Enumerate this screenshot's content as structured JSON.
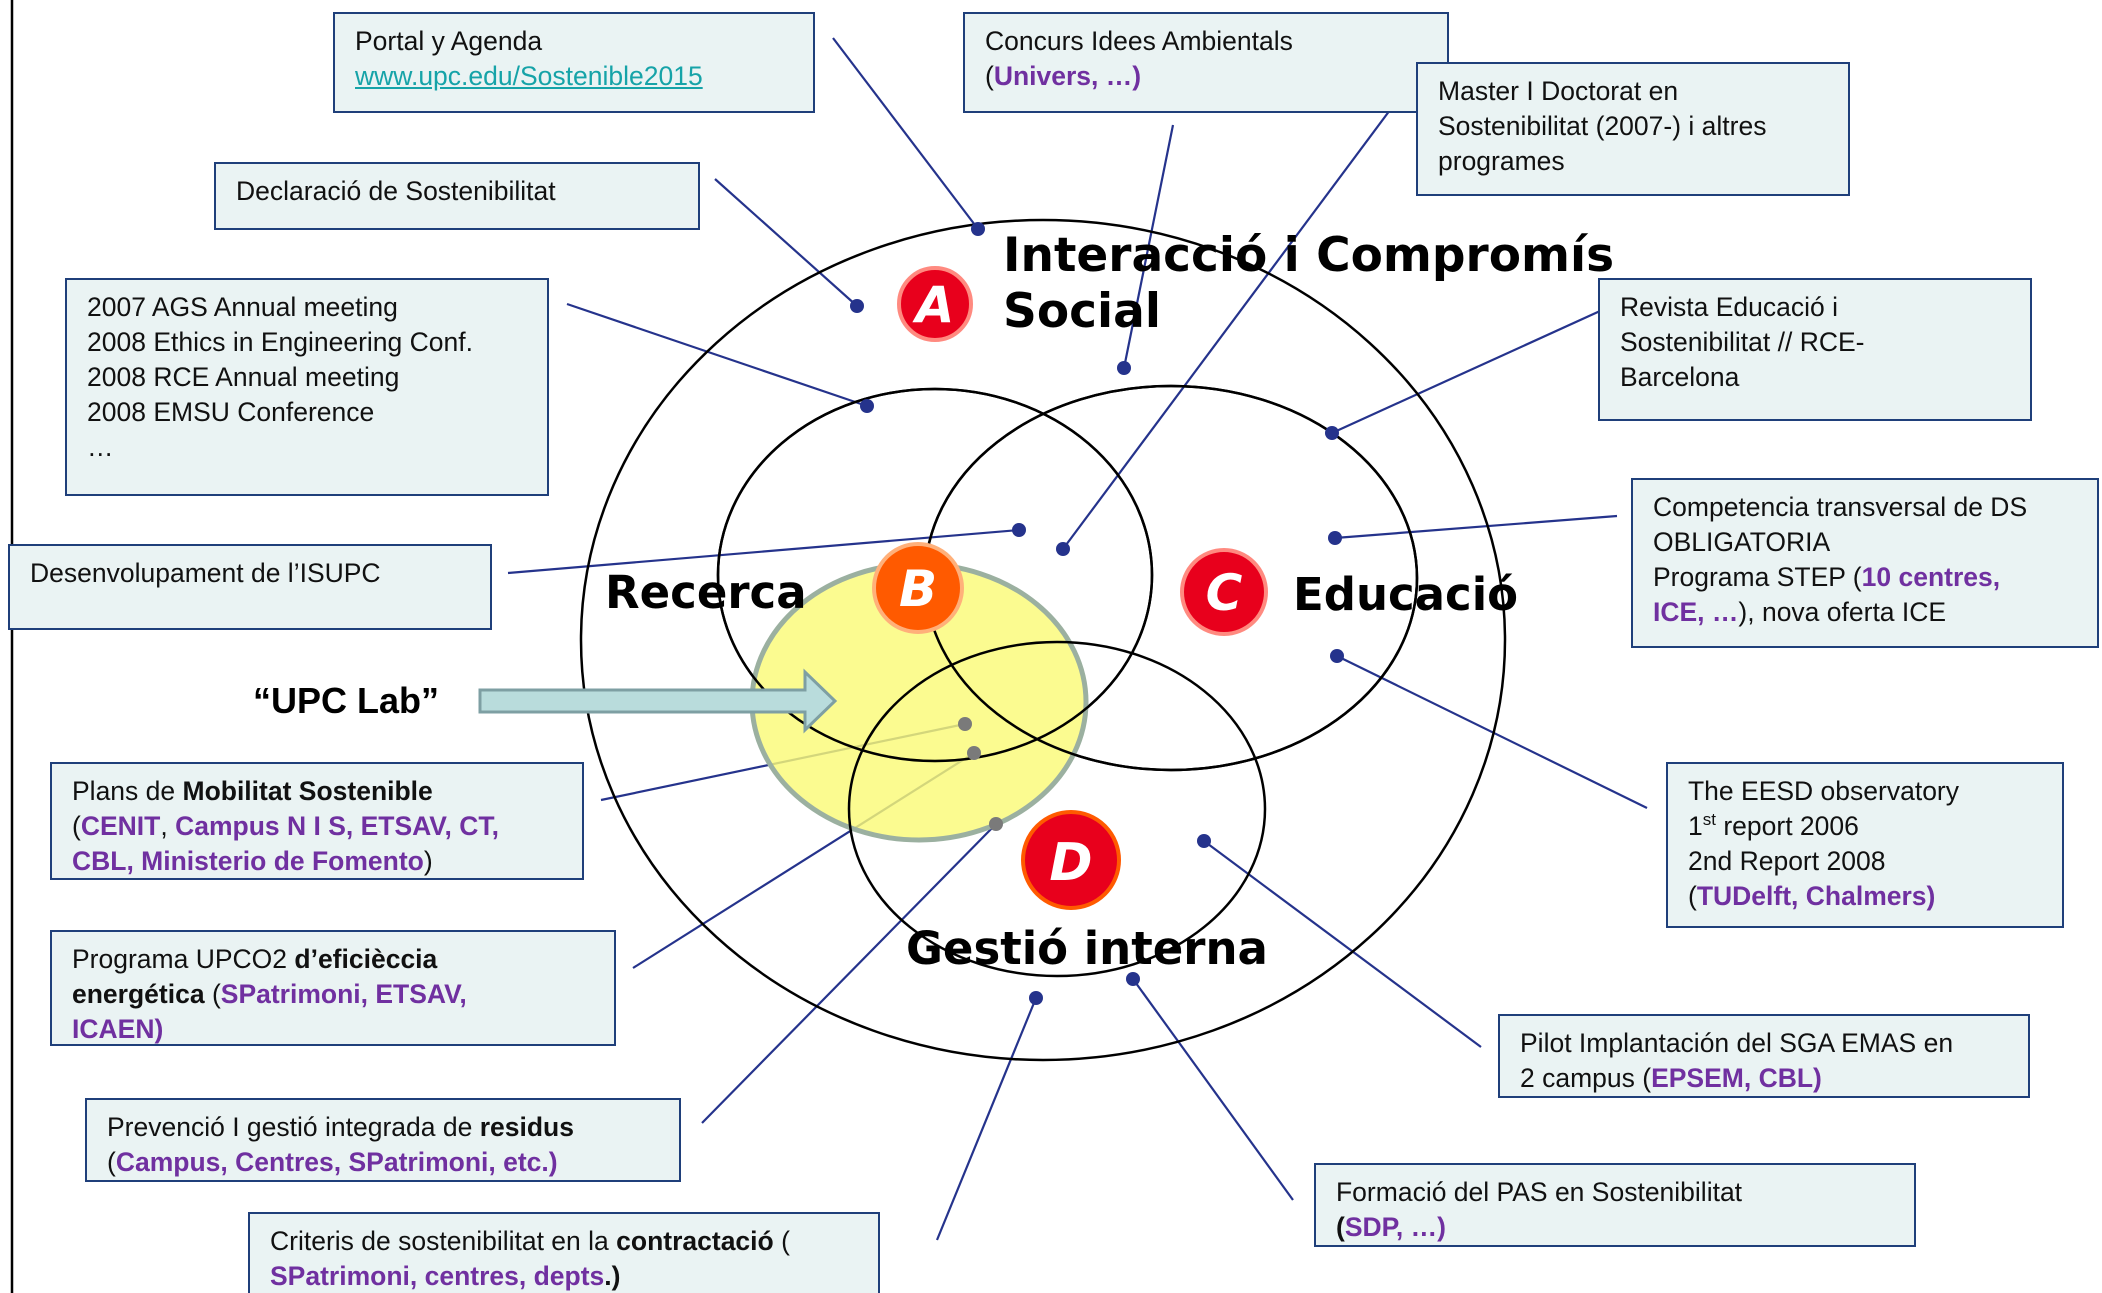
{
  "diagram": {
    "labels": {
      "a_title_line1": "Interacció i Compromís",
      "a_title_line2": "Social",
      "b_title": "Recerca",
      "c_title": "Educació",
      "d_title": "Gestió interna",
      "upc_lab": "“UPC Lab”"
    },
    "letters": {
      "a": "A",
      "b": "B",
      "c": "C",
      "d": "D"
    },
    "colors": {
      "box_fill": "#eaf3f3",
      "box_border": "#1f3f7a",
      "highlight": "#7030a0",
      "link": "#16a3a8",
      "letter_red": "#e8001c",
      "letter_orange": "#ff5a00",
      "lab_ellipse": "#fafa78",
      "connector": "#25338c"
    },
    "boxes": {
      "portal": {
        "line1": "Portal y Agenda",
        "link": "www.upc.edu/Sostenible2015"
      },
      "concurs": {
        "line1": "Concurs Idees Ambientals",
        "line2_pre": "(",
        "line2_hl": "Univers, …)"
      },
      "master": {
        "line1": "Master I Doctorat en",
        "line2": "Sostenibilitat (2007-) i altres",
        "line3": "programes"
      },
      "declaracio": {
        "line1": "Declaració de Sostenibilitat"
      },
      "meetings": {
        "line1": "2007 AGS Annual meeting",
        "line2": "2008 Ethics in Engineering Conf.",
        "line3": "2008 RCE Annual meeting",
        "line4": "2008 EMSU Conference",
        "line5": "…"
      },
      "revista": {
        "line1": "Revista Educació i",
        "line2": "Sostenibilitat // RCE-",
        "line3": "Barcelona"
      },
      "competencia": {
        "line1": "Competencia transversal de DS",
        "line2": "OBLIGATORIA",
        "line3_pre": "Programa STEP (",
        "line3_hl": "10 centres,",
        "line4_hl": "ICE, …",
        "line4_post": "), nova oferta ICE"
      },
      "isupc": {
        "line1": "Desenvolupament de l’ISUPC"
      },
      "eesd": {
        "line1": "The EESD observatory",
        "line2_num": "1",
        "line2_sup": "st",
        "line2_post": " report 2006",
        "line3": "2nd Report 2008",
        "line4_pre": "(",
        "line4_hl": "TUDelft, Chalmers)"
      },
      "mobilitat": {
        "line1_pre": "Plans de ",
        "line1_bold": "Mobilitat Sostenible",
        "line2_pre": "(",
        "line2_hl": "CENIT",
        "line2_mid": ", ",
        "line2_hl2": "Campus N I S, ETSAV, CT,",
        "line3_hl": "CBL, Ministerio de Fomento",
        "line3_post": ")"
      },
      "upco2": {
        "line1_pre": "Programa UPCO2 ",
        "line1_bold": "d’eficièccia",
        "line2_bold": "energética",
        "line2_pre": " (",
        "line2_hl": "SPatrimoni, ETSAV,",
        "line3_hl": "ICAEN)"
      },
      "pilot": {
        "line1": "Pilot Implantación del SGA EMAS en",
        "line2_pre": "2 campus (",
        "line2_hl": "EPSEM, CBL)"
      },
      "residus": {
        "line1_pre": "Prevenció I gestió integrada de ",
        "line1_bold": "residus",
        "line2_pre": "(",
        "line2_hl": "Campus, Centres, SPatrimoni, etc.)"
      },
      "formacio": {
        "line1": "Formació del PAS en Sostenibilitat",
        "line2_bold": "(",
        "line2_hl": "SDP, …)"
      },
      "criteris": {
        "line1_pre": "Criteris de sostenibilitat en la ",
        "line1_bold": "contractació",
        "line1_post": " (",
        "line2_hl": "SPatrimoni, centres, depts",
        "line2_bold": ".)"
      }
    }
  }
}
